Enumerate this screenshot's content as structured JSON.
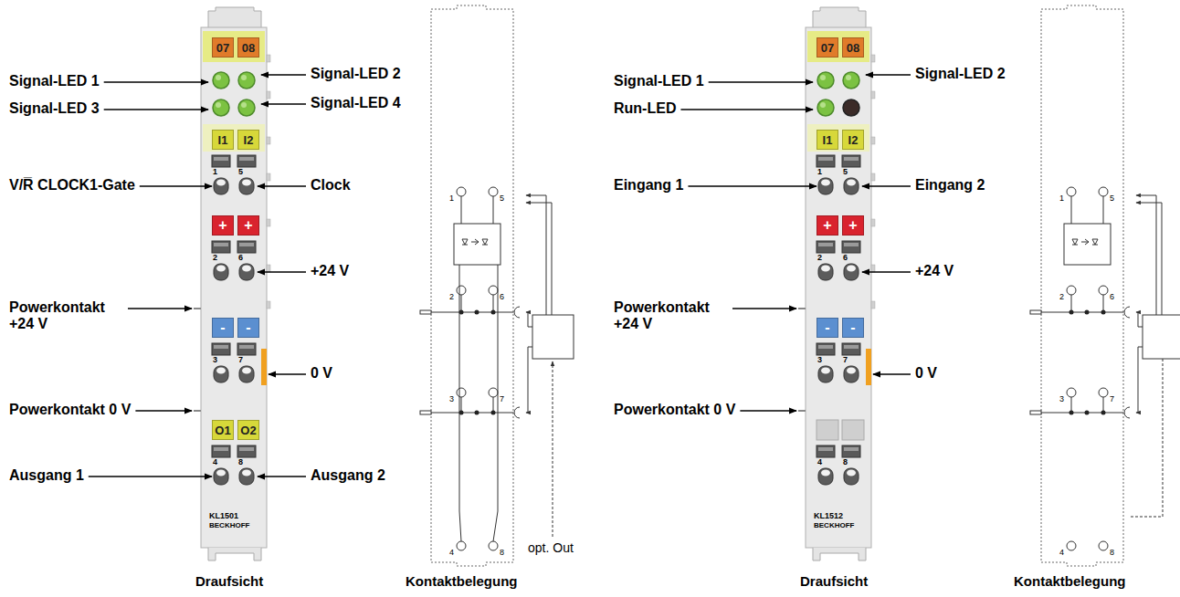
{
  "diagram": {
    "nodes": [
      {
        "text": [
          "07"
        ]
      },
      {
        "text": [
          "08"
        ]
      },
      {
        "text": [
          "I1"
        ]
      },
      {
        "text": [
          "I2"
        ]
      },
      {
        "text": [
          "+"
        ]
      },
      {
        "text": [
          "+"
        ]
      },
      {
        "text": [
          "-"
        ]
      },
      {
        "text": [
          "-"
        ]
      },
      {
        "text": [
          "O1"
        ]
      },
      {
        "text": [
          "O2"
        ]
      },
      {
        "text": [
          "07"
        ]
      },
      {
        "text": [
          "08"
        ]
      },
      {
        "text": [
          "I1"
        ]
      },
      {
        "text": [
          "I2"
        ]
      },
      {
        "text": [
          "+"
        ]
      },
      {
        "text": [
          "+"
        ]
      },
      {
        "text": [
          "-"
        ]
      },
      {
        "text": [
          "-"
        ]
      }
    ],
    "labels": [
      "Signal-LED 1",
      "Signal-LED 2",
      "Signal-LED 3",
      "Signal-LED 4",
      "V/R̅ CLOCK1-Gate",
      "Clock",
      "+24 V",
      "Powerkontakt +24 V",
      "0 V",
      "Powerkontakt 0 V",
      "Ausgang 1",
      "Ausgang 2",
      "KL1501",
      "BECKHOFF",
      "1",
      "5",
      "2",
      "6",
      "3",
      "7",
      "4",
      "8",
      "1",
      "5",
      "2",
      "6",
      "3",
      "7",
      "4",
      "8",
      "opt. Out",
      "Draufsicht",
      "Kontaktbelegung",
      "Signal-LED 1",
      "Signal-LED 2",
      "Run-LED",
      "Eingang 1",
      "Eingang 2",
      "+24 V",
      "Powerkontakt +24 V",
      "0 V",
      "Powerkontakt 0 V",
      "KL1512",
      "BECKHOFF",
      "1",
      "5",
      "2",
      "6",
      "3",
      "7",
      "4",
      "8",
      "1",
      "5",
      "2",
      "6",
      "3",
      "7",
      "4",
      "8",
      "Draufsicht",
      "Kontaktbelegung"
    ]
  }
}
